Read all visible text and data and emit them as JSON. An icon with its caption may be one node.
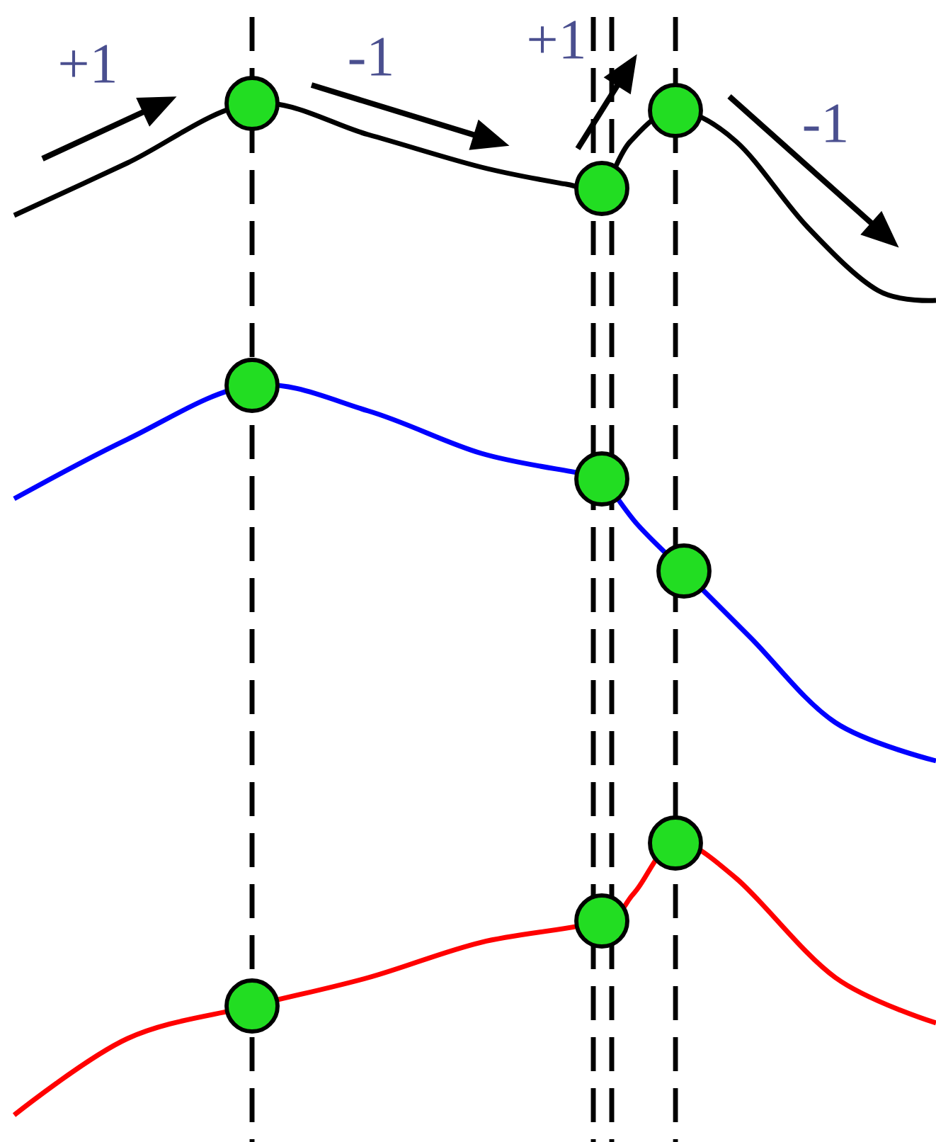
{
  "diagram": {
    "labels": [
      "+1",
      "-1",
      "+1",
      "-1"
    ]
  }
}
